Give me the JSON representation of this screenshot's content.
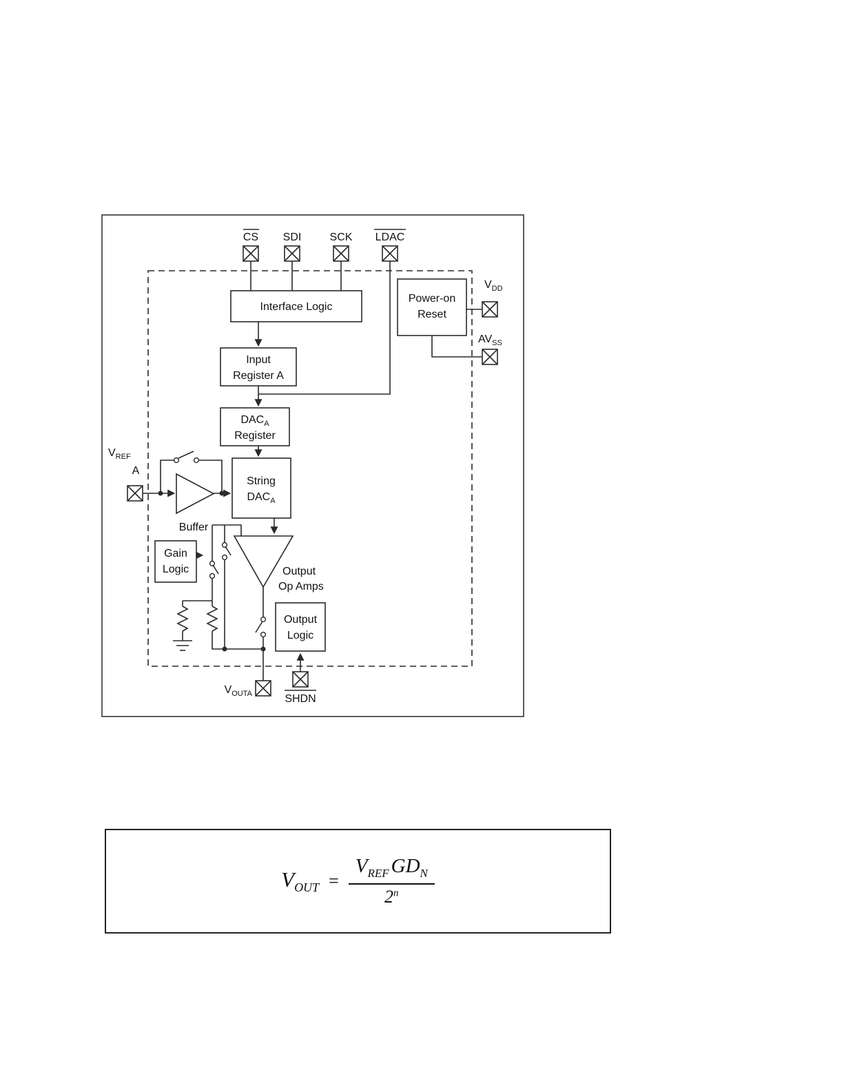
{
  "pins": {
    "cs": "CS",
    "sdi": "SDI",
    "sck": "SCK",
    "ldac": "LDAC",
    "vdd_base": "V",
    "vdd_sub": "DD",
    "avss_base": "AV",
    "avss_sub": "SS",
    "vref_base": "V",
    "vref_sub": "REF",
    "vref_channel": "A",
    "vouta_base": "V",
    "vouta_sub": "OUTA",
    "shdn": "SHDN"
  },
  "blocks": {
    "interface_logic": "Interface Logic",
    "power_on_reset": {
      "line1": "Power-on",
      "line2": "Reset"
    },
    "input_register": {
      "line1": "Input",
      "line2": "Register A"
    },
    "dac_register": {
      "line1_base": "DAC",
      "line1_sub": "A",
      "line2": "Register"
    },
    "string_dac": {
      "line1": "String",
      "line2_base": "DAC",
      "line2_sub": "A"
    },
    "buffer_label": "Buffer",
    "gain_logic": {
      "line1": "Gain",
      "line2": "Logic"
    },
    "output_op_amps": {
      "line1": "Output",
      "line2": "Op Amps"
    },
    "output_logic": {
      "line1": "Output",
      "line2": "Logic"
    }
  },
  "formula": {
    "lhs_base": "V",
    "lhs_sub": "OUT",
    "equals": "=",
    "num_v_base": "V",
    "num_v_sub": "REF",
    "num_gd_base": "GD",
    "num_gd_sub": "N",
    "den_base": "2",
    "den_exp": "n"
  },
  "colors": {
    "line": "#2a2a2a",
    "text": "#111111",
    "background": "#ffffff"
  }
}
